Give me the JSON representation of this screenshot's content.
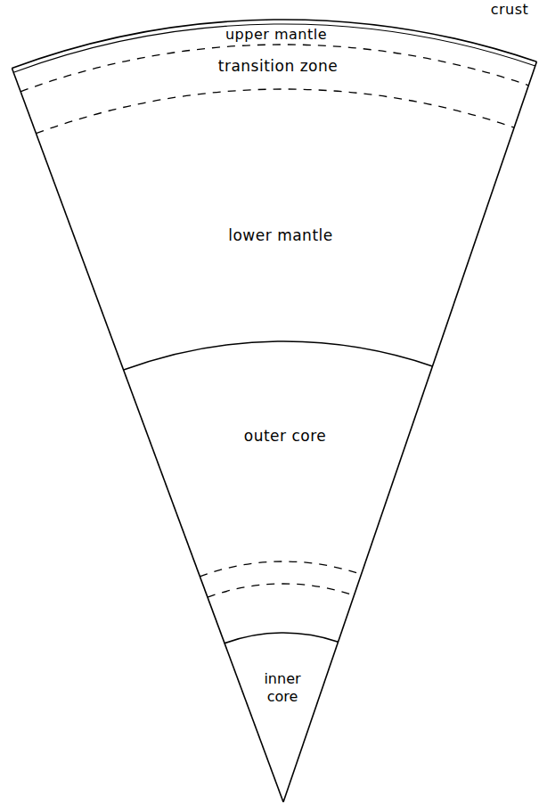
{
  "diagram": {
    "labels": [
      "crust",
      "upper mantle",
      "transition zone",
      "lower mantle",
      "outer core",
      "inner core"
    ]
  }
}
